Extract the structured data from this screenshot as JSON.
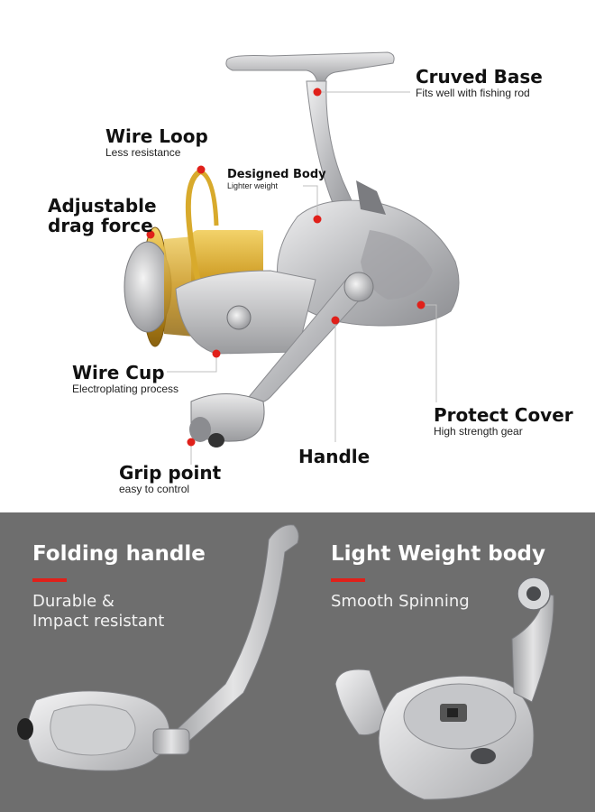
{
  "callouts": [
    {
      "id": "curved-base",
      "title": "Cruved Base",
      "sub": "Fits well with fishing rod"
    },
    {
      "id": "wire-loop",
      "title": "Wire Loop",
      "sub": "Less resistance"
    },
    {
      "id": "designed-body",
      "title": "Designed Body",
      "sub": "Lighter weight"
    },
    {
      "id": "drag-force",
      "title": "Adjustable",
      "title2": "drag force"
    },
    {
      "id": "wire-cup",
      "title": "Wire Cup",
      "sub": "Electroplating process"
    },
    {
      "id": "protect-cover",
      "title": "Protect Cover",
      "sub": "High strength gear"
    },
    {
      "id": "handle",
      "title": "Handle"
    },
    {
      "id": "grip-point",
      "title": "Grip point",
      "sub": "easy to control"
    }
  ],
  "features": [
    {
      "id": "folding-handle",
      "title": "Folding handle",
      "desc1": "Durable &",
      "desc2": "Impact resistant"
    },
    {
      "id": "light-body",
      "title": "Light Weight body",
      "desc1": "Smooth Spinning"
    }
  ],
  "colors": {
    "accent_dot": "#e0201a",
    "bottom_bg": "#6e6e6e",
    "metal": "#c9cacc",
    "spool_gold": "#d9a928"
  }
}
